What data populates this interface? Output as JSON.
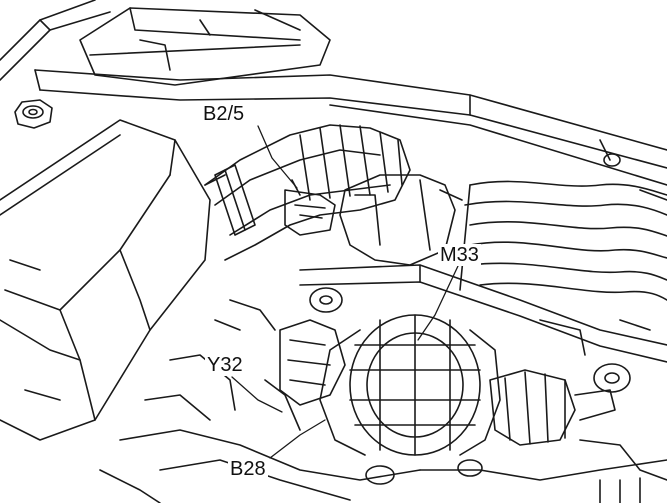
{
  "diagram": {
    "callouts": [
      {
        "id": "b2_5",
        "text": "B2/5"
      },
      {
        "id": "m33",
        "text": "M33"
      },
      {
        "id": "y32",
        "text": "Y32"
      },
      {
        "id": "b28",
        "text": "B28"
      }
    ]
  },
  "colors": {
    "line": "#1a1a1a",
    "background": "#ffffff"
  }
}
